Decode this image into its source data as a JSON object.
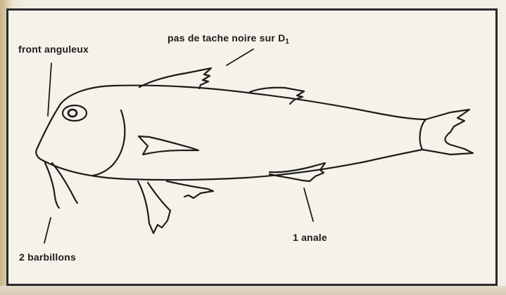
{
  "labels": {
    "front": "front anguleux",
    "dorsal_prefix": "pas de tache noire sur D",
    "dorsal_subscript": "1",
    "anale": "1 anale",
    "barbillons": "2 barbillons"
  },
  "colors": {
    "ink": "#1c1c1c",
    "paper": "#f5f2ea",
    "frame": "#2a2a2a"
  }
}
